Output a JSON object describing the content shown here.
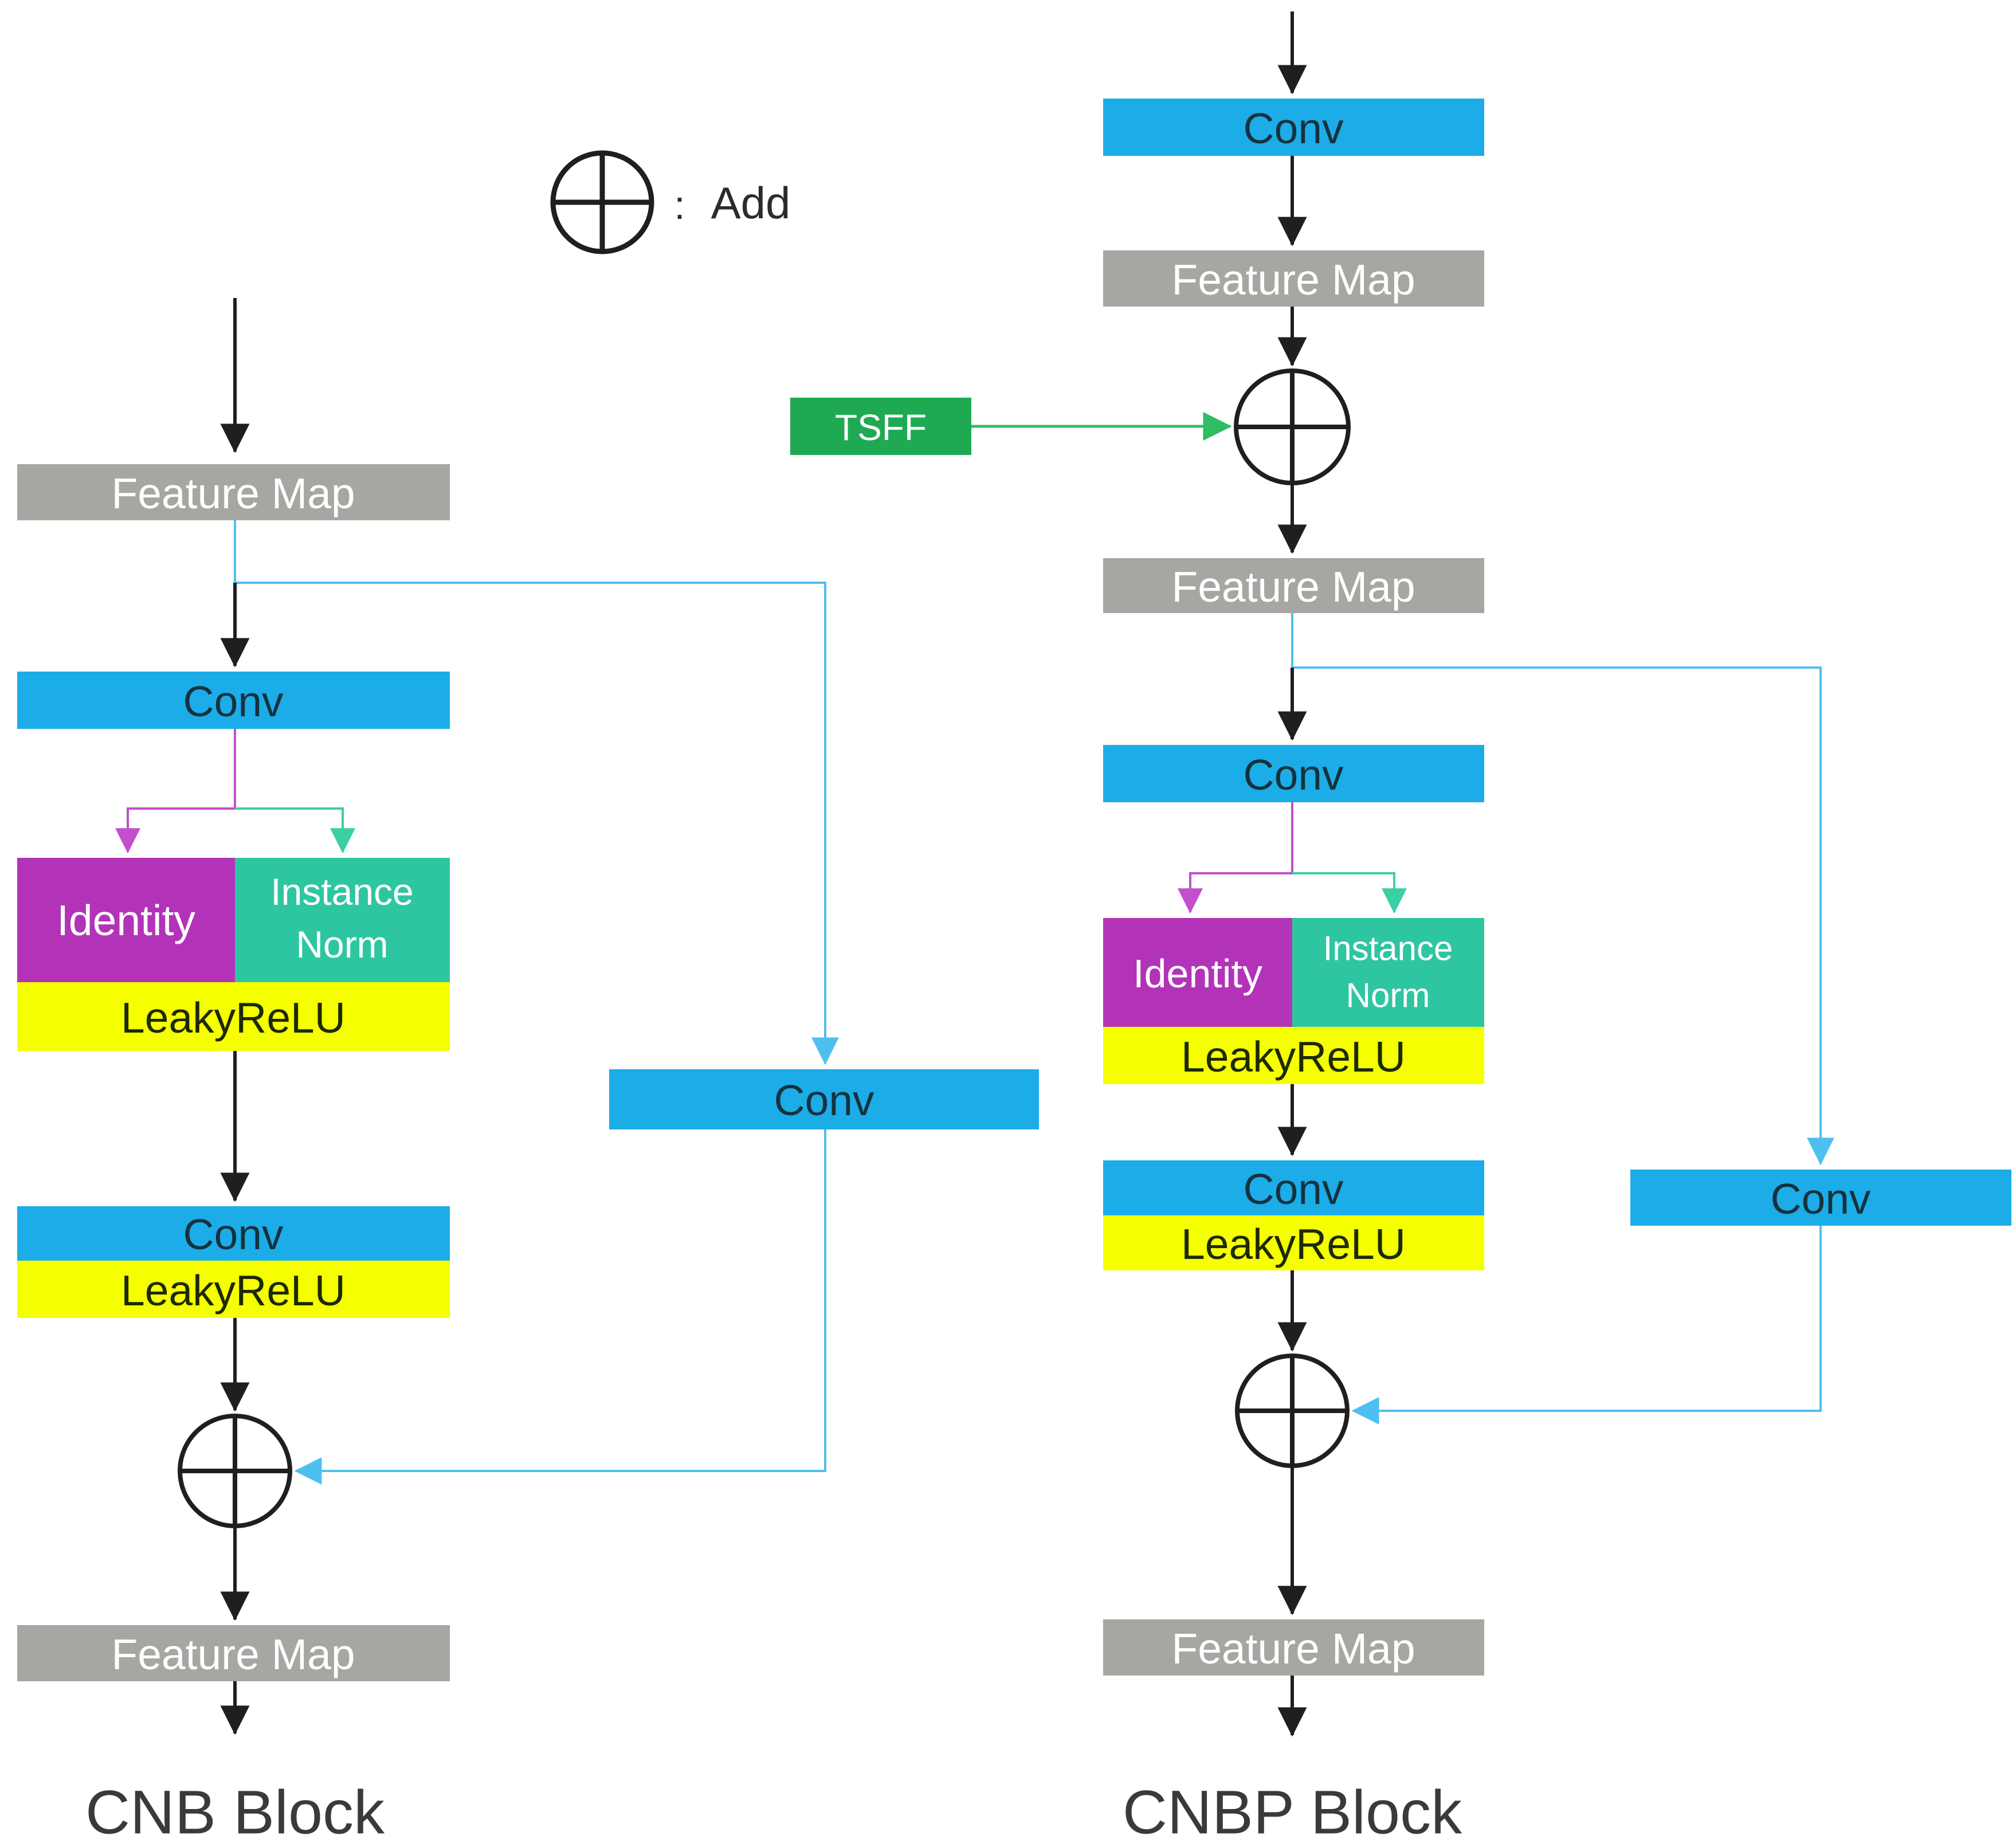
{
  "legend": {
    "separator": ":",
    "label": "Add"
  },
  "labels": {
    "conv": "Conv",
    "feature_map": "Feature Map",
    "identity": "Identity",
    "instance_norm_line1": "Instance",
    "instance_norm_line2": "Norm",
    "leaky_relu": "LeakyReLU",
    "tsff": "TSFF"
  },
  "cnb": {
    "title": "CNB Block"
  },
  "cnbp": {
    "title": "CNBP Block"
  },
  "colors": {
    "conv_blue": "#1CACE8",
    "feature_map_gray": "#A8A6A3",
    "identity_magenta": "#B233B8",
    "instance_norm_teal": "#2EC6A0",
    "leaky_relu_yellow": "#F6FF00",
    "tsff_green": "#1FA953",
    "skip_cyan": "#4EC0F0",
    "branch_magenta": "#C24FCC",
    "branch_mint": "#3BCFA4",
    "tsff_arrow_green": "#2EBD62",
    "flow_black": "#1F1F1F"
  }
}
